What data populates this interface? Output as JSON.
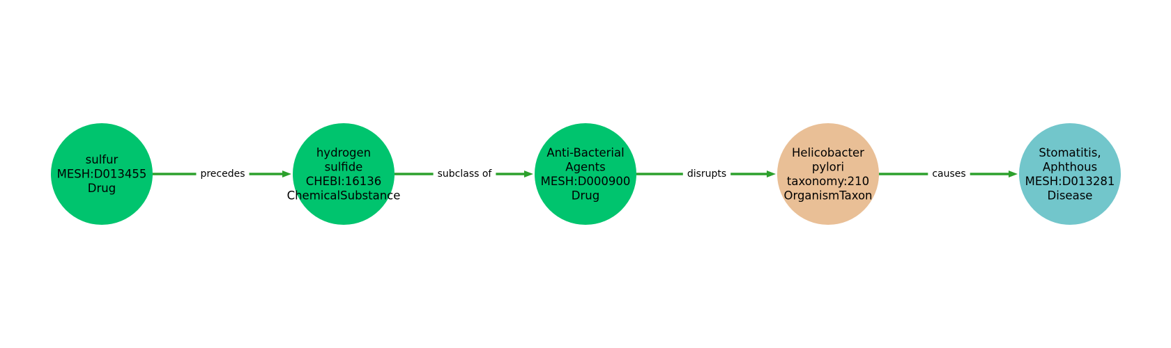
{
  "colors": {
    "drug": "#00C46E",
    "chemical_substance": "#00C46E",
    "organism_taxon": "#E9BF96",
    "disease": "#72C6CB",
    "edge": "#2CA02C",
    "label_bg": "#FFFFFF"
  },
  "nodes": [
    {
      "id": "n1",
      "lines": [
        "sulfur",
        "MESH:D013455",
        "Drug"
      ],
      "color_key": "drug"
    },
    {
      "id": "n2",
      "lines": [
        "hydrogen",
        "sulfide",
        "CHEBI:16136",
        "ChemicalSubstance"
      ],
      "color_key": "chemical_substance"
    },
    {
      "id": "n3",
      "lines": [
        "Anti-Bacterial",
        "Agents",
        "MESH:D000900",
        "Drug"
      ],
      "color_key": "drug"
    },
    {
      "id": "n4",
      "lines": [
        "Helicobacter",
        "pylori",
        "taxonomy:210",
        "OrganismTaxon"
      ],
      "color_key": "organism_taxon"
    },
    {
      "id": "n5",
      "lines": [
        "Stomatitis,",
        "Aphthous",
        "MESH:D013281",
        "Disease"
      ],
      "color_key": "disease"
    }
  ],
  "edges": [
    {
      "from": "n1",
      "to": "n2",
      "label": "precedes"
    },
    {
      "from": "n2",
      "to": "n3",
      "label": "subclass of"
    },
    {
      "from": "n3",
      "to": "n4",
      "label": "disrupts"
    },
    {
      "from": "n4",
      "to": "n5",
      "label": "causes"
    }
  ]
}
